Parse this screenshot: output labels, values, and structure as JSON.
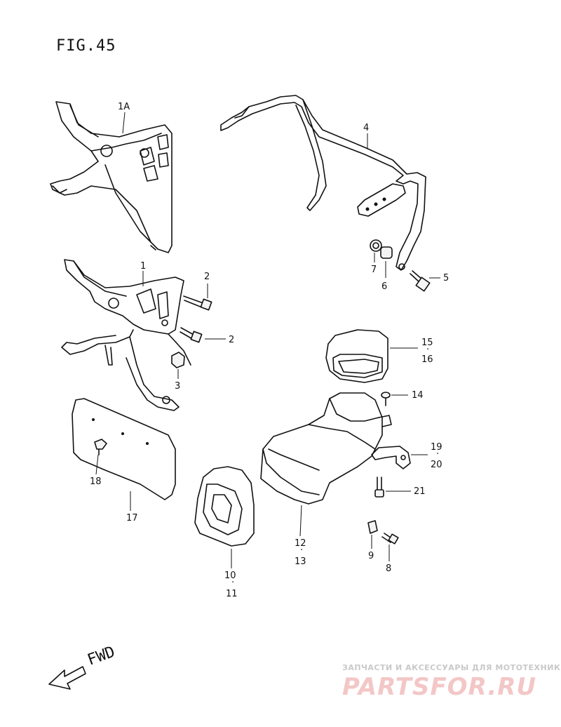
{
  "figure": {
    "title": "FIG.45"
  },
  "direction": {
    "label": "FWD"
  },
  "callouts": {
    "p1A": "1A",
    "p1": "1",
    "p2a": "2",
    "p2b": "2",
    "p3": "3",
    "p4": "4",
    "p5": "5",
    "p6": "6",
    "p7": "7",
    "p8": "8",
    "p9": "9",
    "p10": "10",
    "p11": "11",
    "p12": "12",
    "p13": "13",
    "p14": "14",
    "p15": "15",
    "p16": "16",
    "p17": "17",
    "p18": "18",
    "p19": "19",
    "p20": "20",
    "p21": "21"
  },
  "watermark": {
    "tagline": "ЗАПЧАСТИ И АКСЕССУАРЫ ДЛЯ МОТОТЕХНИКИ",
    "logo": "PARTSFOR.RU"
  },
  "colors": {
    "ink": "#111111",
    "watermark_text": "#c9c9c9",
    "watermark_logo": "#f3c7c7"
  }
}
